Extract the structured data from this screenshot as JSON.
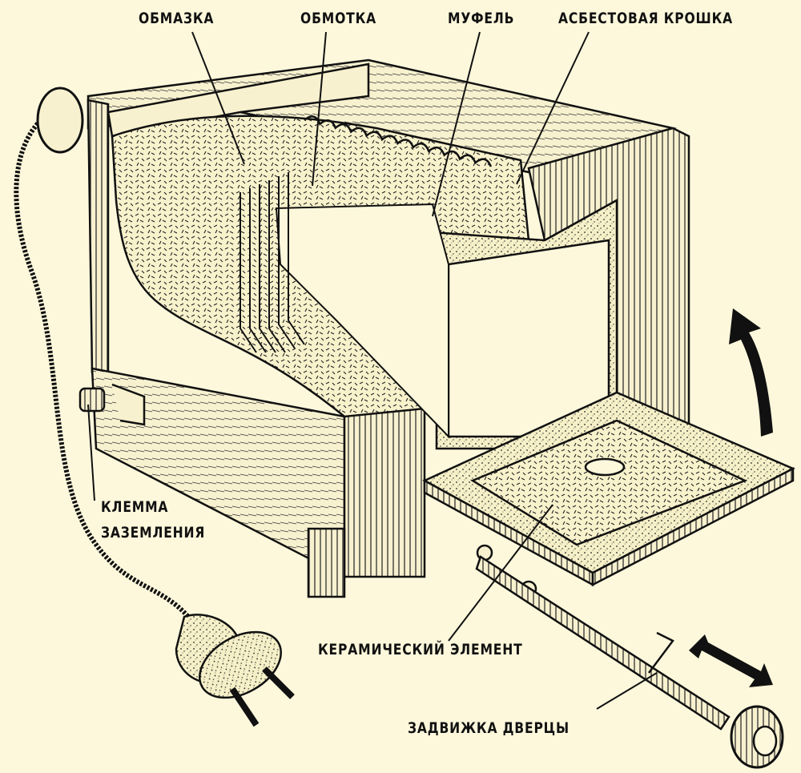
{
  "figure": {
    "subject": "muffle-furnace-cutaway",
    "background_color": "#fdf8dc",
    "ink_color": "#111111",
    "labels": {
      "coating": "ОБМАЗКА",
      "winding": "ОБМОТКА",
      "muffle": "МУФЕЛЬ",
      "asbestos": "АСБЕСТОВАЯ КРОШКА",
      "ground_terminal_line1": "КЛЕММА",
      "ground_terminal_line2": "ЗАЗЕМЛЕНИЯ",
      "ceramic_element": "КЕРАМИЧЕСКИЙ ЭЛЕМЕНТ",
      "door_latch": "ЗАДВИЖКА ДВЕРЦЫ"
    },
    "arrows": {
      "door_lift": "arrow-up-icon",
      "latch_slide": "double-arrow-icon"
    }
  }
}
